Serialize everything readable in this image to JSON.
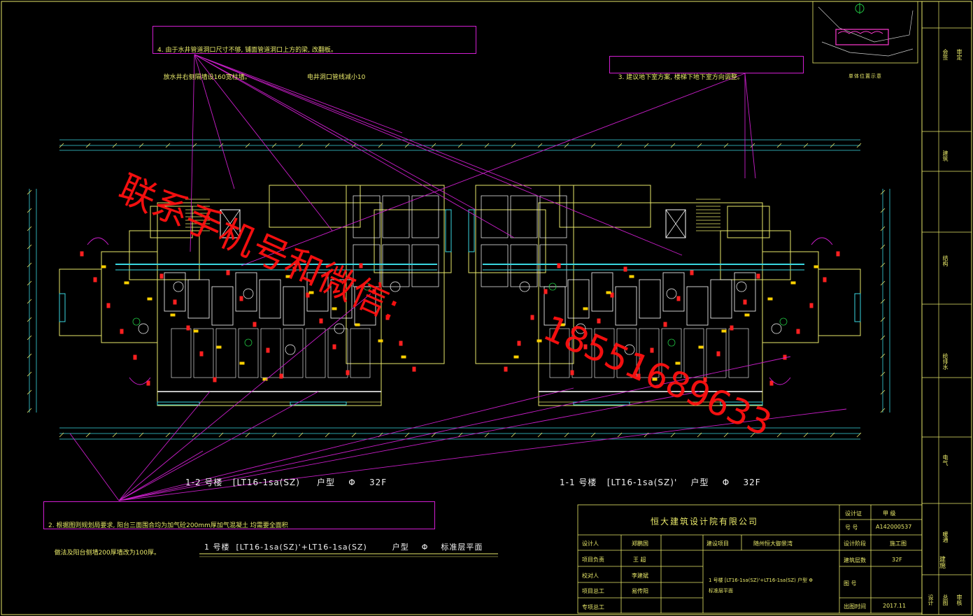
{
  "notes": {
    "note4_line1": "4. 由于水井管道洞口尺寸不够, 铺面管道洞口上方的梁, 改翻板。",
    "note4_line2": "   放水井右侧隔墙设160宽柱墙。                            电井洞口管线减小10",
    "note3": "3. 建议地下室方案, 楼梯下地下室方向调整。",
    "note2_line1": "2. 根据图则规划局要求, 阳台三面围合均为加气砼200mm厚加气混凝土 均需要全面积",
    "note2_line2": "   做法及阳台侧墙200厚墙改为100厚。"
  },
  "captions": {
    "plan_left": "1-2 号楼   [LT16-1sa(SZ)     户型    Φ    32F",
    "plan_right": "1-1 号楼   [LT16-1sa(SZ)'    户型    Φ    32F",
    "drawing_title": "1 号楼  [LT16-1sa(SZ)'+LT16-1sa(SZ)        户型    Φ    标准层平面"
  },
  "titleblock": {
    "company": "恒大建筑设计院有限公司",
    "cert_label": "设计证",
    "cert_grade": "甲    级",
    "cert_no_label": "号    号",
    "cert_no": "A142000537",
    "designer_label": "设计人",
    "designer": "郑鹏国",
    "project_lead_label": "项目负责",
    "project_lead": "王    超",
    "checker_label": "校对人",
    "checker": "李建斌",
    "project_eng_label": "项目总工",
    "project_eng": "易传阳",
    "specialist_label": "专项总工",
    "specialist": "",
    "project_name_label": "建设项目",
    "project_name": "随州恒大御景湾",
    "drawing_name": "1 号楼  [LT16-1sa(SZ)'+LT16-1sa(SZ)        户型    Φ",
    "drawing_name2": "标准层平面",
    "stage_label": "设计阶段",
    "stage": "施工图",
    "floors_label": "建筑层数",
    "floors": "32F",
    "drawing_no_label": "图    号",
    "drawing_no": "",
    "date_label": "出图时间",
    "date": "2017.11",
    "corner": "建施"
  },
  "keyplan_caption": "单体位置示意",
  "side_labels": [
    "会签",
    "建筑",
    "结构",
    "给排水",
    "电气",
    "暖通",
    "总图",
    "设计",
    "审核",
    "审定"
  ],
  "watermark": {
    "line1": "联系手机号和微信:",
    "line2": "18551689633"
  },
  "colors": {
    "background": "#000000",
    "wall": "#ffffff",
    "outline": "#e9e96a",
    "dimension": "#3ad6e0",
    "note_border": "#d21ed2",
    "leader": "#c81ec8",
    "hatch_red": "#ff2020",
    "watermark": "#ff1010"
  }
}
